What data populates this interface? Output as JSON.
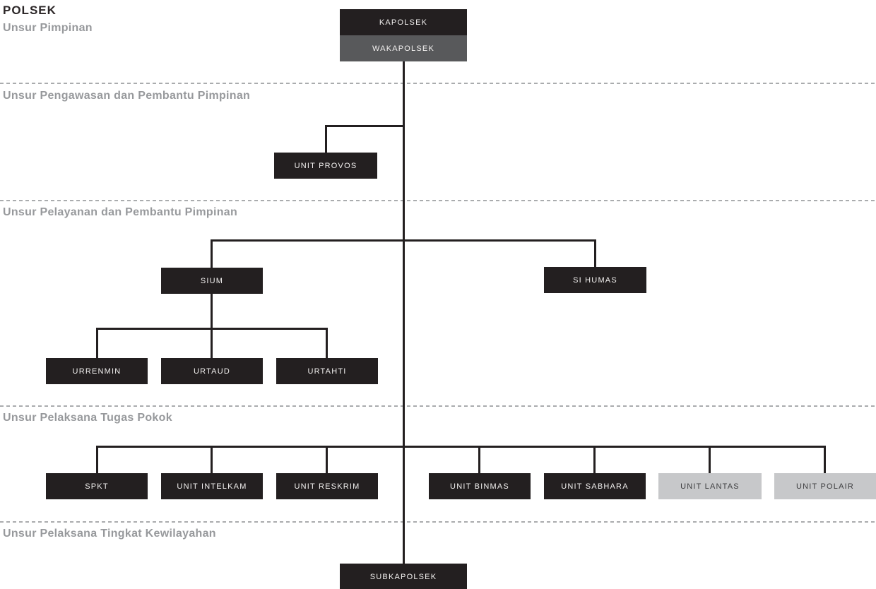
{
  "page_title": "POLSEK",
  "sections": {
    "pimpinan": "Unsur Pimpinan",
    "pengawasan": "Unsur Pengawasan dan Pembantu Pimpinan",
    "pelayanan": "Unsur Pelayanan dan Pembantu Pimpinan",
    "pelaksana_pokok": "Unsur Pelaksana Tugas Pokok",
    "kewilayahan": "Unsur Pelaksana Tingkat Kewilayahan"
  },
  "org": {
    "kapolsek": {
      "label": "KAPOLSEK",
      "variant": "dark"
    },
    "wakapolsek": {
      "label": "WAKAPOLSEK",
      "variant": "grey"
    },
    "unit_provos": {
      "label": "UNIT PROVOS",
      "variant": "dark"
    },
    "sium": {
      "label": "SIUM",
      "variant": "dark"
    },
    "si_humas": {
      "label": "SI HUMAS",
      "variant": "dark"
    },
    "urrenmin": {
      "label": "URRENMIN",
      "variant": "dark"
    },
    "urtaud": {
      "label": "URTAUD",
      "variant": "dark"
    },
    "urtahti": {
      "label": "URTAHTI",
      "variant": "dark"
    },
    "spkt": {
      "label": "SPKT",
      "variant": "dark"
    },
    "unit_intelkam": {
      "label": "UNIT INTELKAM",
      "variant": "dark"
    },
    "unit_reskrim": {
      "label": "UNIT RESKRIM",
      "variant": "dark"
    },
    "unit_binmas": {
      "label": "UNIT BINMAS",
      "variant": "dark"
    },
    "unit_sabhara": {
      "label": "UNIT SABHARA",
      "variant": "dark"
    },
    "unit_lantas": {
      "label": "UNIT LANTAS",
      "variant": "light"
    },
    "unit_polair": {
      "label": "UNIT POLAIR",
      "variant": "light"
    },
    "subkapolsek": {
      "label": "SUBKAPOLSEK",
      "variant": "dark"
    }
  },
  "hierarchy": {
    "root": "KAPOLSEK",
    "edges": [
      [
        "KAPOLSEK",
        "WAKAPOLSEK"
      ],
      [
        "WAKAPOLSEK",
        "UNIT PROVOS"
      ],
      [
        "WAKAPOLSEK",
        "SIUM"
      ],
      [
        "WAKAPOLSEK",
        "SI HUMAS"
      ],
      [
        "SIUM",
        "URRENMIN"
      ],
      [
        "SIUM",
        "URTAUD"
      ],
      [
        "SIUM",
        "URTAHTI"
      ],
      [
        "WAKAPOLSEK",
        "SPKT"
      ],
      [
        "WAKAPOLSEK",
        "UNIT INTELKAM"
      ],
      [
        "WAKAPOLSEK",
        "UNIT RESKRIM"
      ],
      [
        "WAKAPOLSEK",
        "UNIT BINMAS"
      ],
      [
        "WAKAPOLSEK",
        "UNIT SABHARA"
      ],
      [
        "WAKAPOLSEK",
        "UNIT LANTAS"
      ],
      [
        "WAKAPOLSEK",
        "UNIT POLAIR"
      ],
      [
        "WAKAPOLSEK",
        "SUBKAPOLSEK"
      ]
    ]
  },
  "colors": {
    "box_dark": "#231f20",
    "box_grey": "#58595b",
    "box_light": "#c7c8ca",
    "box_text_light": "#f2f0ef",
    "box_text_dark": "#3e3e40",
    "header_grey": "#97999c",
    "title_dark": "#2b2627",
    "connector_line": "#231f20",
    "dashed_line": "#aaacae"
  }
}
